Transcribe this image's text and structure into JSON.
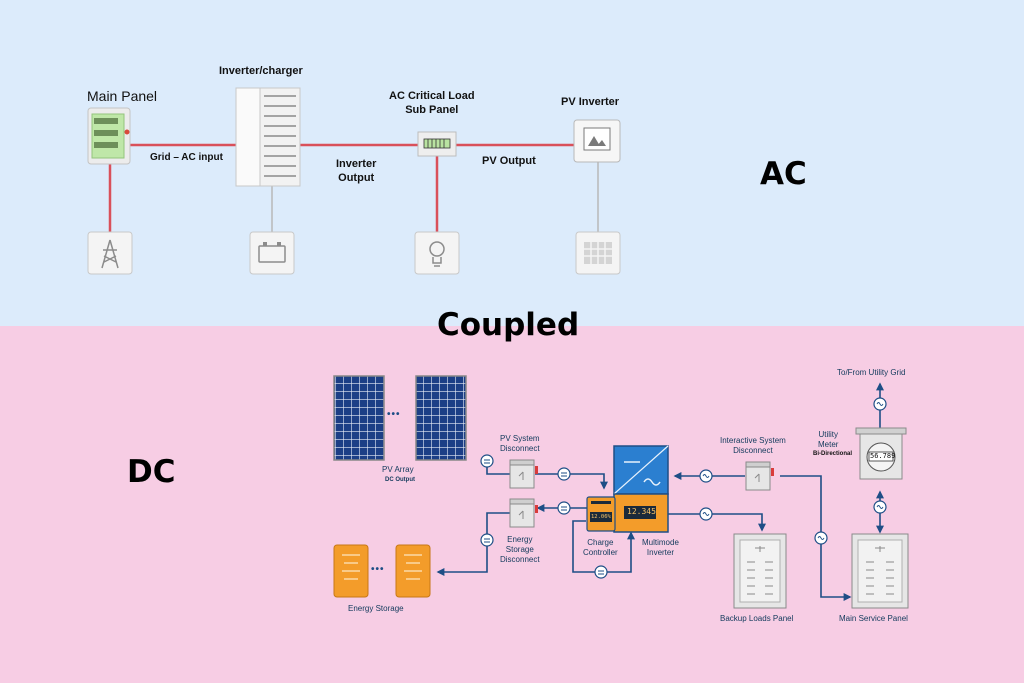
{
  "headings": {
    "ac": "AC",
    "coupled": "Coupled",
    "dc": "DC"
  },
  "colors": {
    "ac_background": "#dcebfb",
    "dc_background": "#f7cde4",
    "ac_wire": "#d9505a",
    "ac_wire_gray": "#b8b8b8",
    "dc_wire": "#1e4e86",
    "panel_blue": "#1c3f86",
    "inverter_blue": "#2b7fd0",
    "battery_orange": "#f39c2a"
  },
  "ac_diagram": {
    "main_panel": "Main Panel",
    "inverter_charger": "Inverter/charger",
    "critical_load_line1": "AC Critical Load",
    "critical_load_line2": "Sub Panel",
    "pv_inverter": "PV Inverter",
    "grid_ac_input": "Grid – AC input",
    "inverter_output_line1": "Inverter",
    "inverter_output_line2": "Output",
    "pv_output": "PV Output",
    "bottom_icons": [
      "grid-tower-icon",
      "battery-icon",
      "light-bulb-icon",
      "solar-panel-icon"
    ]
  },
  "dc_diagram": {
    "to_from_grid": "To/From Utility Grid",
    "pv_array": "PV Array",
    "dc_output": "DC Output",
    "pv_disconnect_line1": "PV System",
    "pv_disconnect_line2": "Disconnect",
    "interactive_disconnect_line1": "Interactive System",
    "interactive_disconnect_line2": "Disconnect",
    "utility_meter_line1": "Utility",
    "utility_meter_line2": "Meter",
    "bidirectional": "Bi-Directional",
    "meter_reading": "56.789",
    "es_disconnect_line1": "Energy",
    "es_disconnect_line2": "Storage",
    "es_disconnect_line3": "Disconnect",
    "charge_controller_line1": "Charge",
    "charge_controller_line2": "Controller",
    "charge_controller_display": "12.06%",
    "multimode_line1": "Multimode",
    "multimode_line2": "Inverter",
    "multimode_display": "12.345",
    "energy_storage": "Energy Storage",
    "backup_loads_panel": "Backup Loads Panel",
    "main_service_panel": "Main Service Panel",
    "ellipsis": "•••"
  }
}
